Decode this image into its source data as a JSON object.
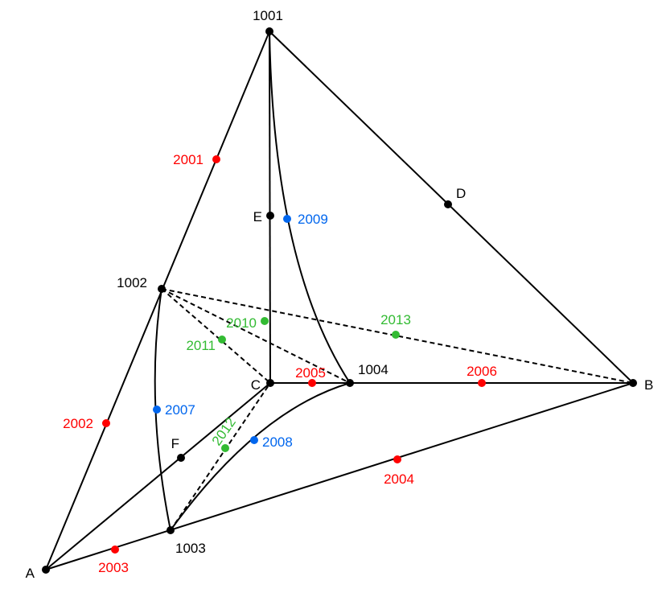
{
  "colors": {
    "line": "#000000",
    "vertex": "#000000",
    "red": "#ff0000",
    "blue": "#0066ee",
    "green": "#33bb33"
  },
  "vertices": [
    {
      "id": "1001",
      "label": "1001"
    },
    {
      "id": "1002",
      "label": "1002"
    },
    {
      "id": "1003",
      "label": "1003"
    },
    {
      "id": "1004",
      "label": "1004"
    },
    {
      "id": "A",
      "label": "A"
    },
    {
      "id": "B",
      "label": "B"
    },
    {
      "id": "C",
      "label": "C"
    },
    {
      "id": "D",
      "label": "D"
    },
    {
      "id": "E",
      "label": "E"
    },
    {
      "id": "F",
      "label": "F"
    }
  ],
  "points": [
    {
      "id": "2001",
      "label": "2001",
      "color": "red"
    },
    {
      "id": "2002",
      "label": "2002",
      "color": "red"
    },
    {
      "id": "2003",
      "label": "2003",
      "color": "red"
    },
    {
      "id": "2004",
      "label": "2004",
      "color": "red"
    },
    {
      "id": "2005",
      "label": "2005",
      "color": "red"
    },
    {
      "id": "2006",
      "label": "2006",
      "color": "red"
    },
    {
      "id": "2007",
      "label": "2007",
      "color": "blue"
    },
    {
      "id": "2008",
      "label": "2008",
      "color": "blue"
    },
    {
      "id": "2009",
      "label": "2009",
      "color": "blue"
    },
    {
      "id": "2010",
      "label": "2010",
      "color": "green"
    },
    {
      "id": "2011",
      "label": "2011",
      "color": "green"
    },
    {
      "id": "2012",
      "label": "2012",
      "color": "green"
    },
    {
      "id": "2013",
      "label": "2013",
      "color": "green"
    }
  ],
  "edges": [
    {
      "from": "1001",
      "to": "A",
      "style": "solid"
    },
    {
      "from": "1001",
      "to": "B",
      "style": "solid"
    },
    {
      "from": "1001",
      "to": "C",
      "style": "solid"
    },
    {
      "from": "1001",
      "to": "1004",
      "style": "solid",
      "curved": true
    },
    {
      "from": "1002",
      "to": "1003",
      "style": "solid",
      "curved": true
    },
    {
      "from": "A",
      "to": "B",
      "style": "solid"
    },
    {
      "from": "A",
      "to": "C",
      "style": "solid"
    },
    {
      "from": "C",
      "to": "B",
      "style": "solid"
    },
    {
      "from": "1003",
      "to": "1004",
      "style": "solid",
      "curved": true
    },
    {
      "from": "1002",
      "to": "C",
      "style": "dashed"
    },
    {
      "from": "1002",
      "to": "1004",
      "style": "dashed"
    },
    {
      "from": "1002",
      "to": "B",
      "style": "dashed"
    },
    {
      "from": "1003",
      "to": "C",
      "style": "dashed"
    }
  ]
}
